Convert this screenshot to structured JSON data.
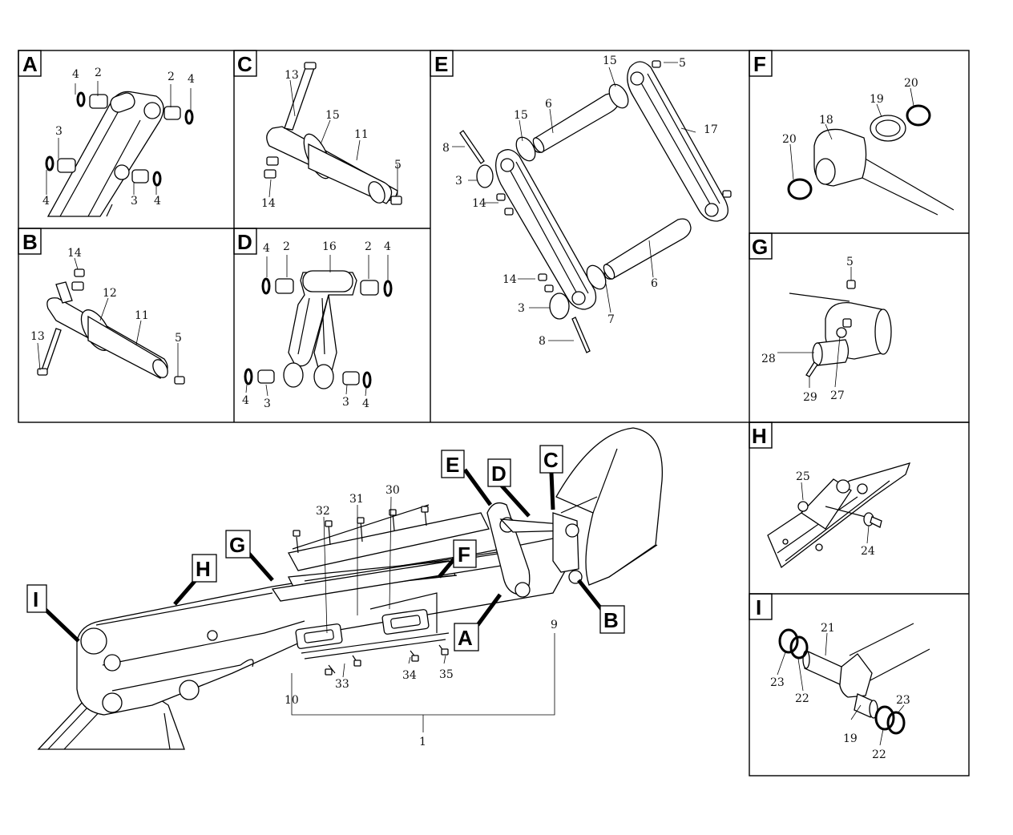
{
  "panels": [
    {
      "id": "A",
      "label": "A",
      "numbers": [
        "4",
        "2",
        "2",
        "4",
        "3",
        "4",
        "3",
        "4"
      ]
    },
    {
      "id": "B",
      "label": "B",
      "numbers": [
        "14",
        "12",
        "11",
        "13",
        "5"
      ]
    },
    {
      "id": "C",
      "label": "C",
      "numbers": [
        "13",
        "15",
        "11",
        "5",
        "14"
      ]
    },
    {
      "id": "D",
      "label": "D",
      "numbers": [
        "4",
        "2",
        "16",
        "2",
        "4",
        "4",
        "3",
        "3",
        "4"
      ]
    },
    {
      "id": "E",
      "label": "E",
      "numbers": [
        "15",
        "5",
        "15",
        "6",
        "17",
        "8",
        "3",
        "14",
        "14",
        "3",
        "6",
        "7",
        "8"
      ]
    },
    {
      "id": "F",
      "label": "F",
      "numbers": [
        "20",
        "19",
        "18",
        "20"
      ]
    },
    {
      "id": "G",
      "label": "G",
      "numbers": [
        "5",
        "28",
        "29",
        "27"
      ]
    },
    {
      "id": "H",
      "label": "H",
      "numbers": [
        "25",
        "24"
      ]
    },
    {
      "id": "I",
      "label": "I",
      "numbers": [
        "21",
        "23",
        "22",
        "19",
        "22",
        "23"
      ]
    }
  ],
  "main": {
    "callouts": [
      "E",
      "D",
      "C",
      "G",
      "F",
      "H",
      "I",
      "A",
      "B"
    ],
    "numbers": [
      "32",
      "31",
      "30",
      "33",
      "34",
      "35",
      "10",
      "9",
      "1"
    ]
  }
}
